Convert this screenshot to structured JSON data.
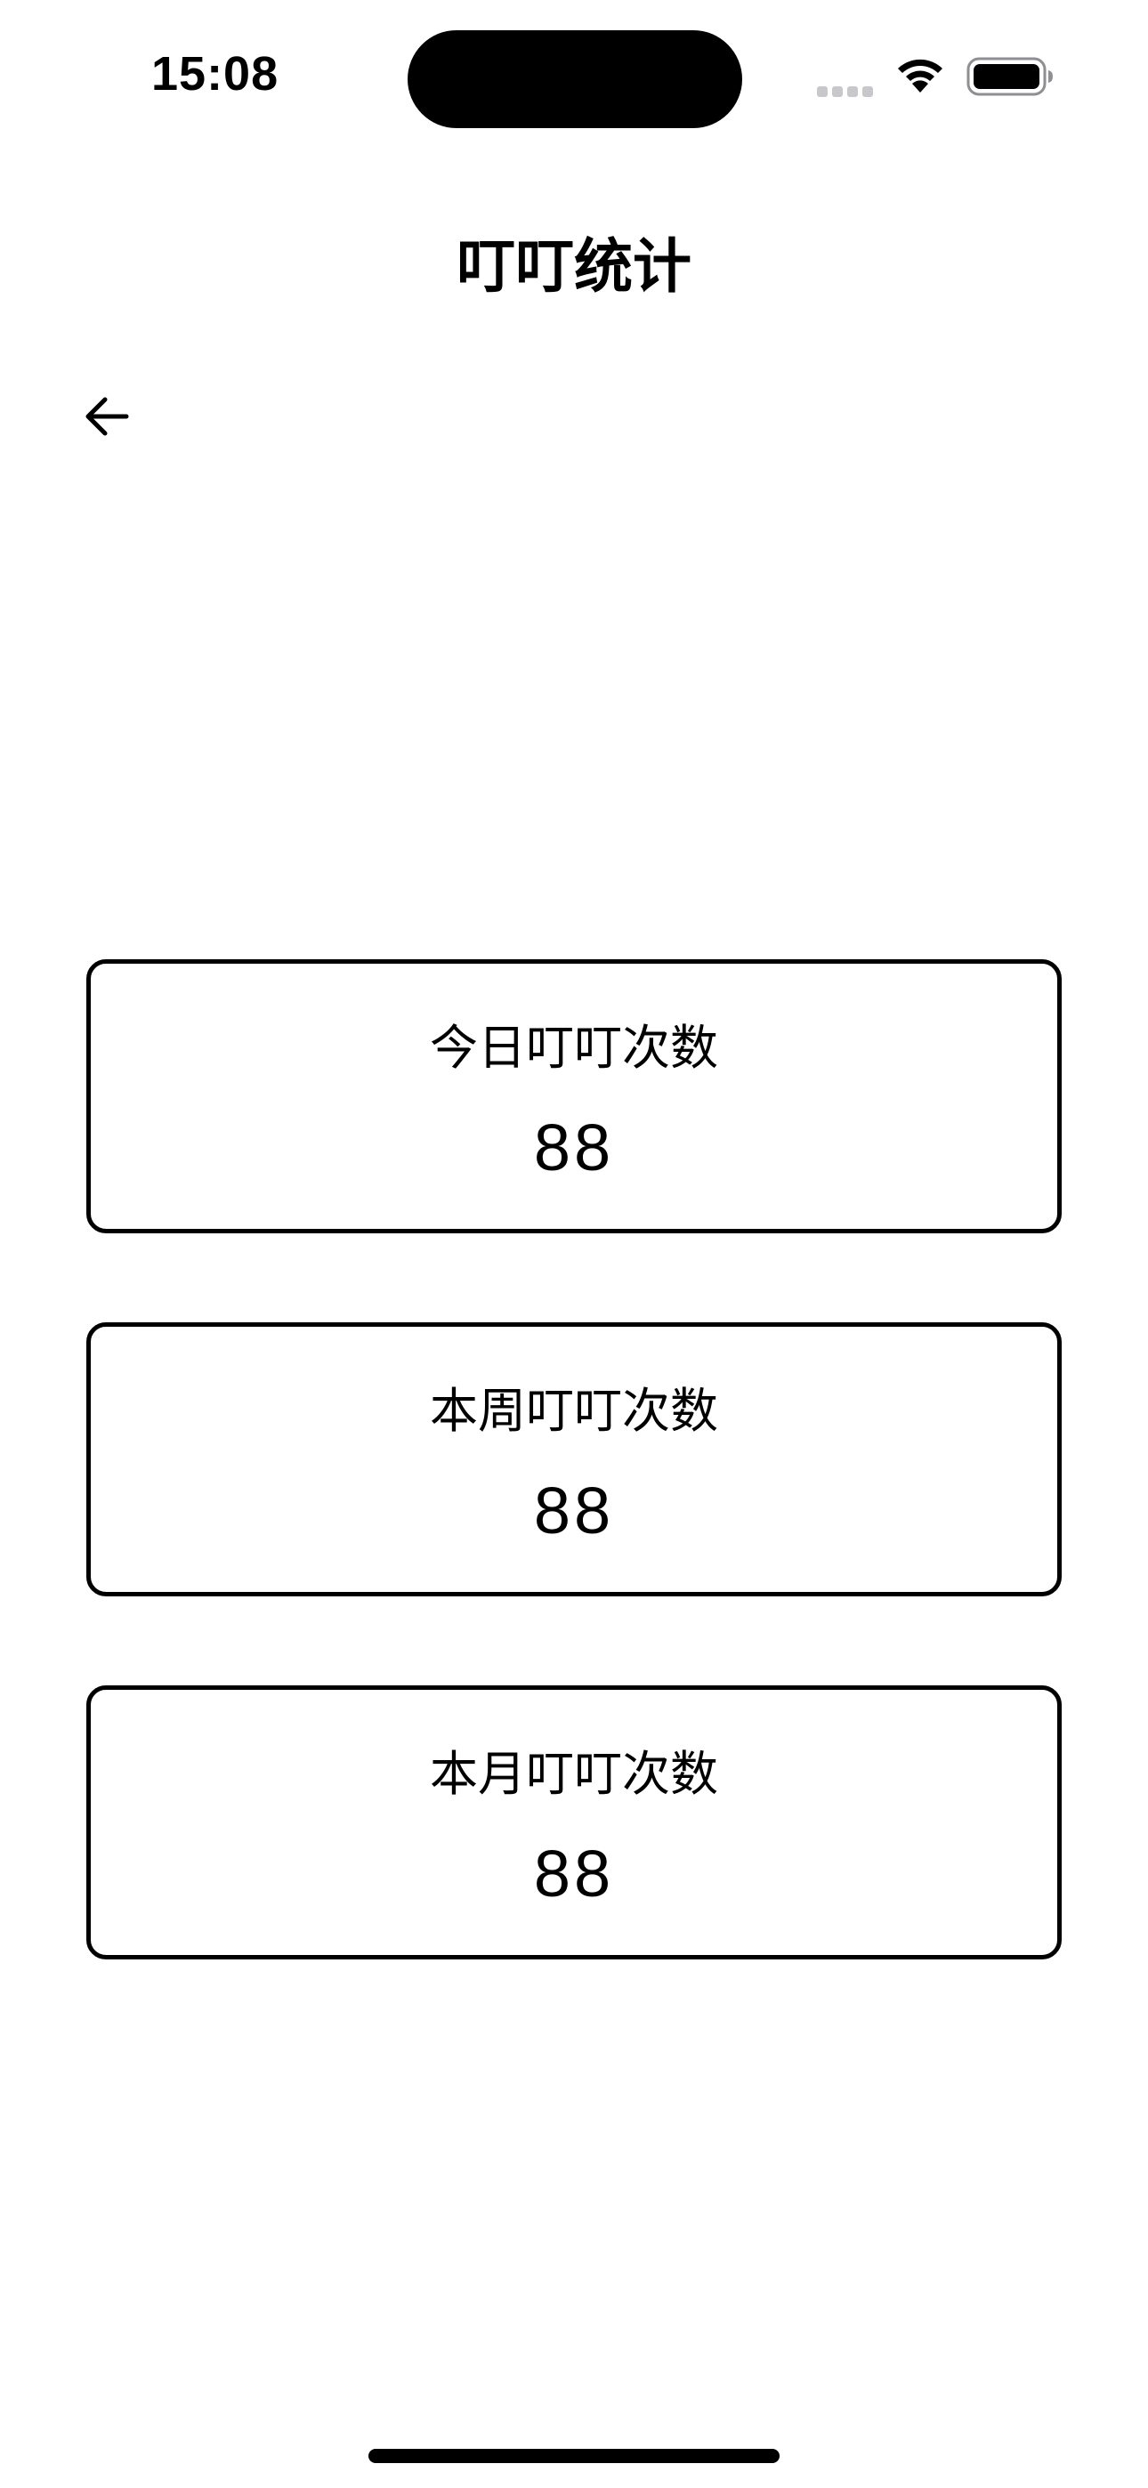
{
  "status_bar": {
    "time": "15:08"
  },
  "header": {
    "title": "叮叮统计"
  },
  "icons": {
    "back": "arrow-left-icon",
    "signal": "cellular-signal-icon",
    "wifi": "wifi-icon",
    "battery": "battery-icon"
  },
  "stats": {
    "today": {
      "label": "今日叮叮次数",
      "value": "88"
    },
    "week": {
      "label": "本周叮叮次数",
      "value": "88"
    },
    "month": {
      "label": "本月叮叮次数",
      "value": "88"
    }
  },
  "colors": {
    "background": "#ffffff",
    "foreground": "#000000",
    "signal_inactive": "#c7c7cc"
  }
}
